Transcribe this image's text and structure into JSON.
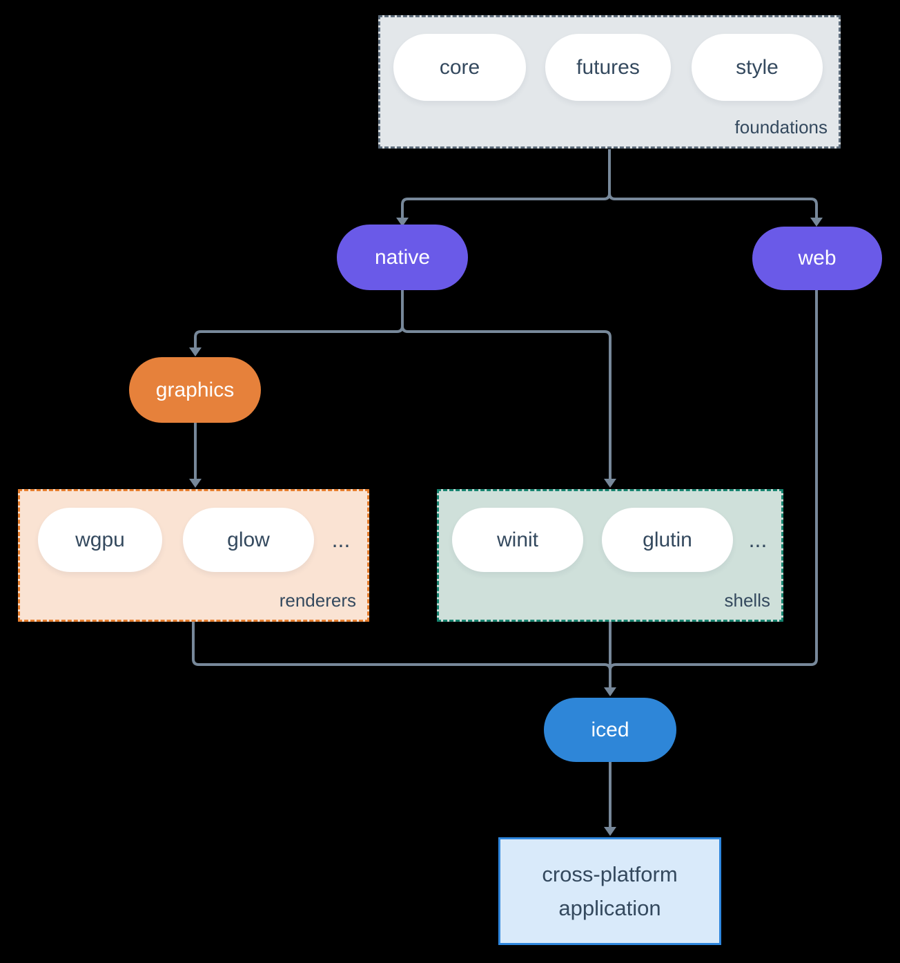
{
  "diagram": {
    "groups": {
      "foundations": {
        "label": "foundations",
        "pills": [
          "core",
          "futures",
          "style"
        ]
      },
      "renderers": {
        "label": "renderers",
        "pills": [
          "wgpu",
          "glow"
        ],
        "ellipsis": "..."
      },
      "shells": {
        "label": "shells",
        "pills": [
          "winit",
          "glutin"
        ],
        "ellipsis": "..."
      }
    },
    "nodes": {
      "native": {
        "label": "native"
      },
      "web": {
        "label": "web"
      },
      "graphics": {
        "label": "graphics"
      },
      "iced": {
        "label": "iced"
      },
      "application": {
        "label": "cross-platform application"
      }
    },
    "colors": {
      "background": "#000000",
      "arrow": "#77889a",
      "node_purple": "#6a5ae8",
      "node_orange": "#e6813b",
      "node_blue": "#2e86d8",
      "foundations_fill": "#e3e7ea",
      "foundations_border": "#5d6c7b",
      "renderers_fill": "#fae3d3",
      "renderers_border": "#e67e2e",
      "shells_fill": "#cfe0da",
      "shells_border": "#17836f",
      "application_fill": "#d9eafa",
      "application_border": "#2f87de",
      "pill_fill": "#ffffff",
      "text_dark": "#34495e",
      "text_light": "#ffffff"
    }
  }
}
